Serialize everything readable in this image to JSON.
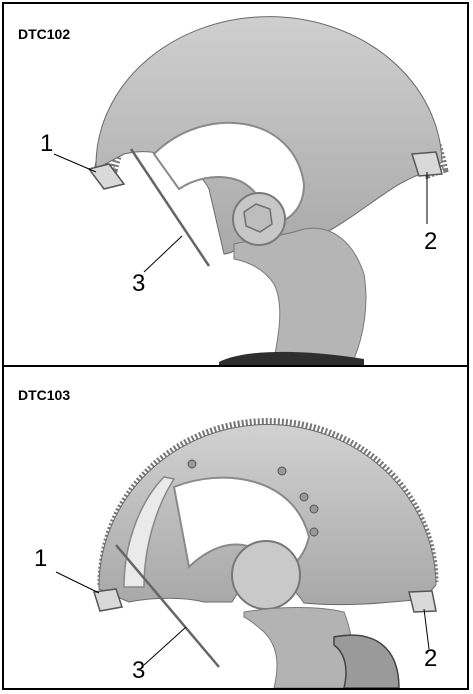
{
  "panels": [
    {
      "title": "DTC102",
      "callouts": {
        "c1": "1",
        "c2": "2",
        "c3": "3"
      }
    },
    {
      "title": "DTC103",
      "callouts": {
        "c1": "1",
        "c2": "2",
        "c3": "3"
      }
    }
  ],
  "colors": {
    "blade": "#bdbdbd",
    "blade_dark": "#8f8f8f",
    "blade_light": "#dcdcdc",
    "outline": "#000000"
  }
}
